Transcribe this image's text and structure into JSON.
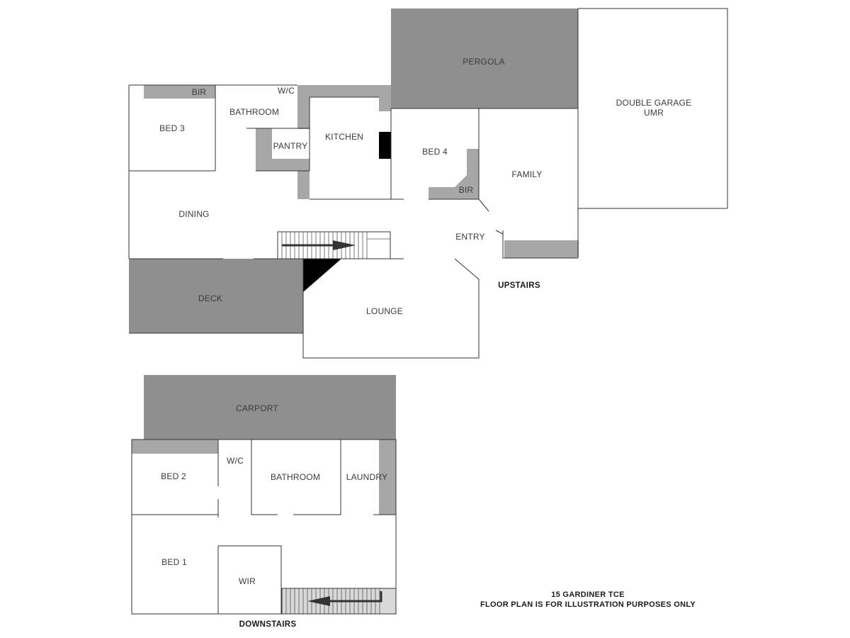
{
  "colors": {
    "outdoor_fill": "#8f8f90",
    "robe_fill": "#a7a7a7",
    "stair_fill": "#d9d9d9",
    "wall": "#333333",
    "solid": "#000000"
  },
  "upstairs": {
    "floor_label": "UPSTAIRS",
    "rooms": {
      "pergola": "PERGOLA",
      "double_garage": "DOUBLE GARAGE",
      "garage_note": "UMR",
      "bir_bed3": "BIR",
      "wc": "W/C",
      "bed3": "BED 3",
      "bathroom": "BATHROOM",
      "pantry": "PANTRY",
      "kitchen": "KITCHEN",
      "bed4": "BED 4",
      "bir_bed4": "BIR",
      "family": "FAMILY",
      "dining": "DINING",
      "entry": "ENTRY",
      "deck": "DECK",
      "lounge": "LOUNGE"
    }
  },
  "downstairs": {
    "floor_label": "DOWNSTAIRS",
    "rooms": {
      "carport": "CARPORT",
      "wc": "W/C",
      "bed2": "BED 2",
      "bathroom": "BATHROOM",
      "laundry": "LAUNDRY",
      "bed1": "BED 1",
      "wir": "WIR"
    }
  },
  "footer": {
    "address": "15 GARDINER TCE",
    "disclaimer": "FLOOR PLAN IS FOR ILLUSTRATION PURPOSES ONLY"
  }
}
